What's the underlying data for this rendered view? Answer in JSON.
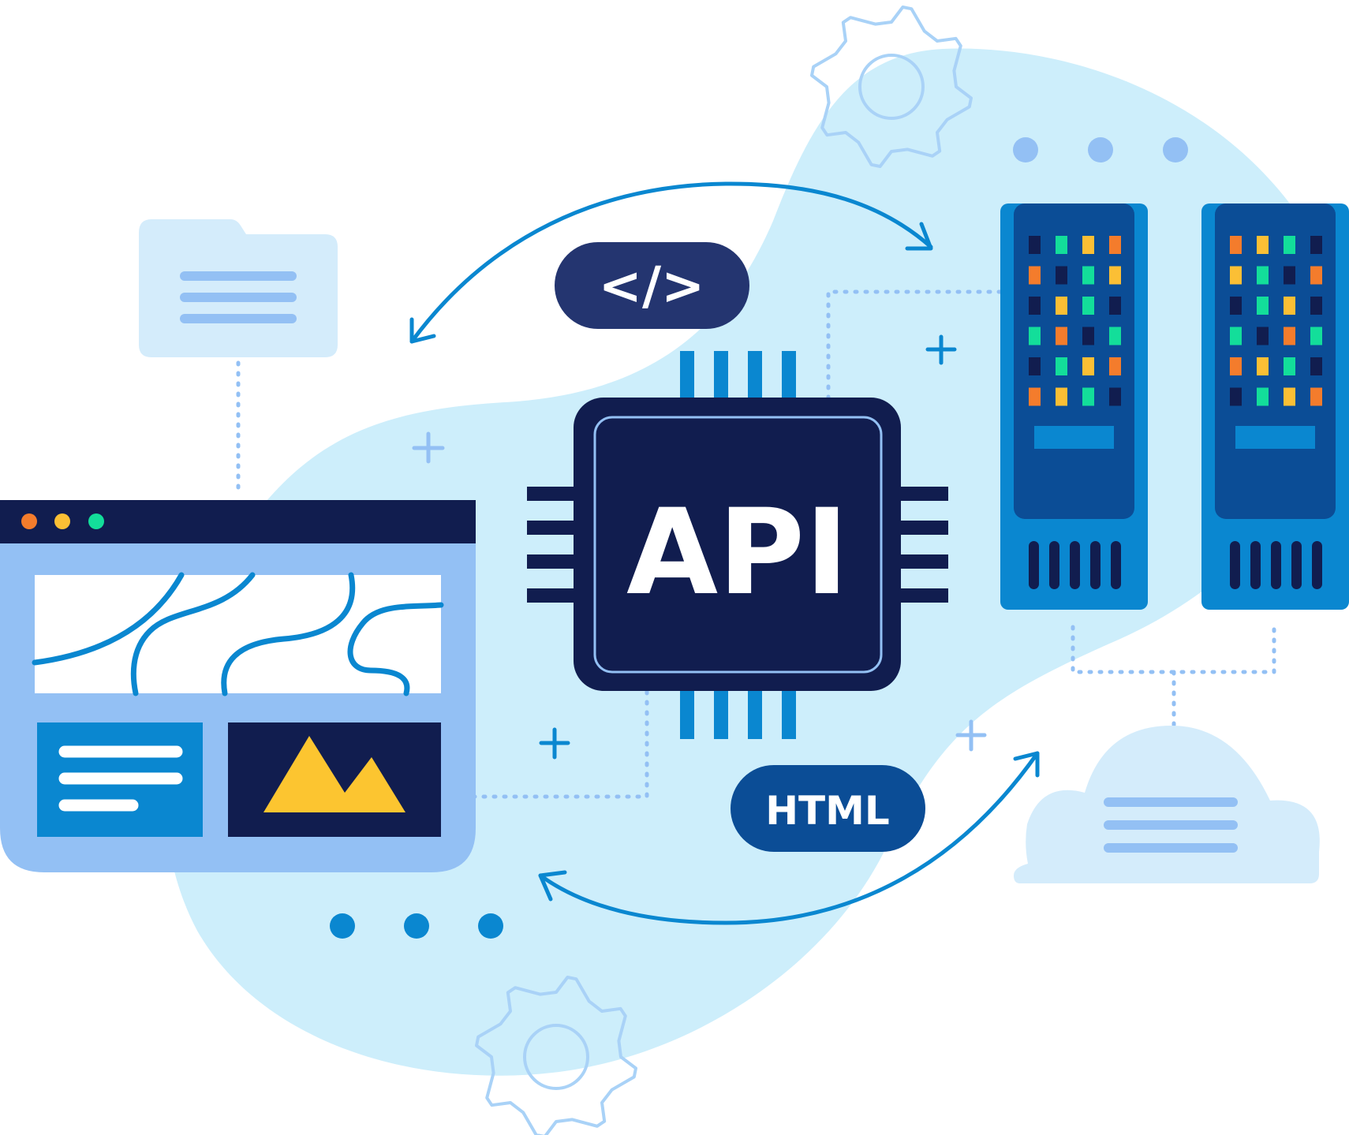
{
  "badges": {
    "code": "</>",
    "html": "HTML"
  },
  "chip": {
    "label": "API"
  },
  "colors": {
    "blob": "#cdeefb",
    "navy": "#111d4f",
    "code_badge": "#243570",
    "html_badge": "#0b4d96",
    "blue": "#0a87d0",
    "light_blue": "#93c0f4",
    "pale_blue": "#d4ecfb",
    "server_body": "#0a87d0",
    "server_inner": "#0b4d96",
    "led_orange": "#f47c2c",
    "led_yellow": "#fbbf35",
    "led_green": "#13de9a",
    "led_navy": "#111d4f",
    "mountain": "#fcc530",
    "gear": "#a9d2f7",
    "dots_top": "#93c0f4",
    "dots_bottom": "#0a87d0"
  },
  "servers": [
    {
      "leds": [
        [
          "navy",
          "green",
          "yellow",
          "orange"
        ],
        [
          "orange",
          "navy",
          "green",
          "yellow"
        ],
        [
          "navy",
          "yellow",
          "green",
          "navy"
        ],
        [
          "green",
          "orange",
          "navy",
          "green"
        ],
        [
          "navy",
          "green",
          "yellow",
          "orange"
        ],
        [
          "orange",
          "yellow",
          "green",
          "navy"
        ]
      ]
    },
    {
      "leds": [
        [
          "orange",
          "yellow",
          "green",
          "navy"
        ],
        [
          "yellow",
          "green",
          "navy",
          "orange"
        ],
        [
          "navy",
          "green",
          "yellow",
          "navy"
        ],
        [
          "green",
          "navy",
          "orange",
          "green"
        ],
        [
          "orange",
          "yellow",
          "green",
          "navy"
        ],
        [
          "navy",
          "green",
          "yellow",
          "orange"
        ]
      ]
    }
  ],
  "icons": {
    "folder": "folder-icon",
    "browser": "browser-window-icon",
    "chip": "api-chip-icon",
    "server": "server-rack-icon",
    "cloud": "cloud-icon",
    "gear": "gear-icon",
    "arrow": "curved-arrow-icon",
    "plus": "plus-icon"
  }
}
